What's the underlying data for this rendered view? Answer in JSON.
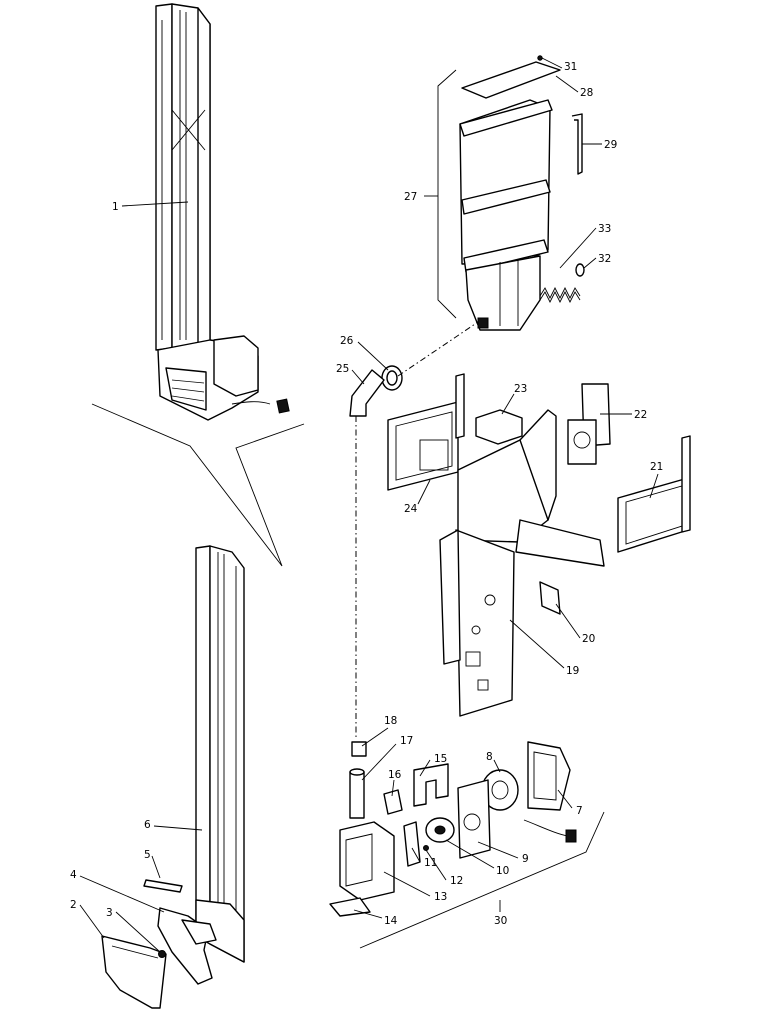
{
  "diagram": {
    "callouts": [
      {
        "id": "c1",
        "text": "1"
      },
      {
        "id": "c2",
        "text": "2"
      },
      {
        "id": "c3",
        "text": "3"
      },
      {
        "id": "c4",
        "text": "4"
      },
      {
        "id": "c5",
        "text": "5"
      },
      {
        "id": "c6",
        "text": "6"
      },
      {
        "id": "c7",
        "text": "7"
      },
      {
        "id": "c8",
        "text": "8"
      },
      {
        "id": "c9",
        "text": "9"
      },
      {
        "id": "c10",
        "text": "10"
      },
      {
        "id": "c11",
        "text": "11"
      },
      {
        "id": "c12",
        "text": "12"
      },
      {
        "id": "c13",
        "text": "13"
      },
      {
        "id": "c14",
        "text": "14"
      },
      {
        "id": "c15",
        "text": "15"
      },
      {
        "id": "c16",
        "text": "16"
      },
      {
        "id": "c17",
        "text": "17"
      },
      {
        "id": "c18",
        "text": "18"
      },
      {
        "id": "c19",
        "text": "19"
      },
      {
        "id": "c20",
        "text": "20"
      },
      {
        "id": "c21",
        "text": "21"
      },
      {
        "id": "c22",
        "text": "22"
      },
      {
        "id": "c23",
        "text": "23"
      },
      {
        "id": "c24",
        "text": "24"
      },
      {
        "id": "c25",
        "text": "25"
      },
      {
        "id": "c26",
        "text": "26"
      },
      {
        "id": "c27",
        "text": "27"
      },
      {
        "id": "c28",
        "text": "28"
      },
      {
        "id": "c29",
        "text": "29"
      },
      {
        "id": "c30",
        "text": "30"
      },
      {
        "id": "c31",
        "text": "31"
      },
      {
        "id": "c32",
        "text": "32"
      },
      {
        "id": "c33",
        "text": "33"
      }
    ]
  }
}
